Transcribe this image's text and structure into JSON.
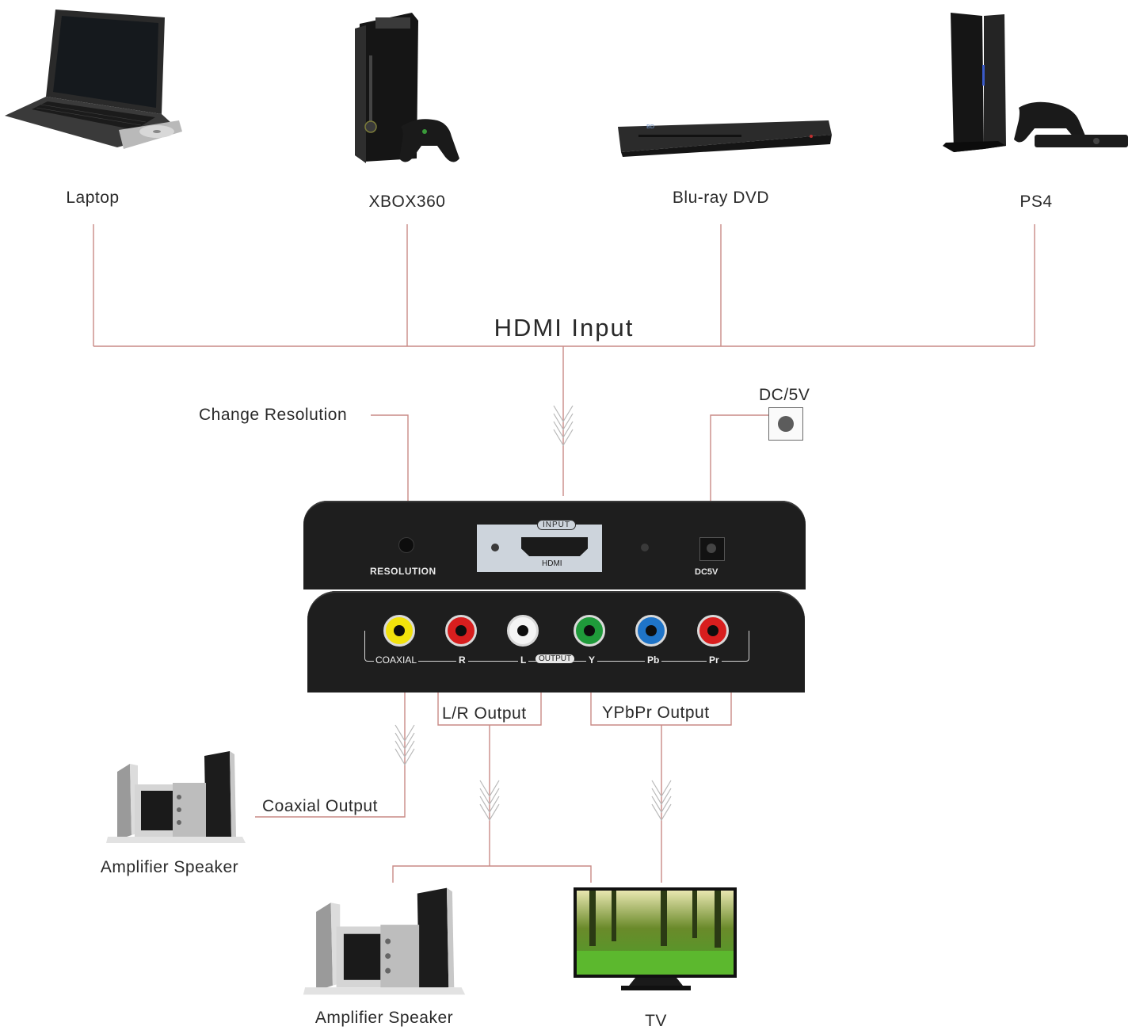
{
  "inputs": {
    "title": "HDMI Input",
    "devices": [
      {
        "label": "Laptop",
        "icon": "laptop-icon"
      },
      {
        "label": "XBOX360",
        "icon": "game-console-icon"
      },
      {
        "label": "Blu-ray DVD",
        "icon": "bluray-player-icon"
      },
      {
        "label": "PS4",
        "icon": "game-console-icon"
      }
    ]
  },
  "controls": {
    "change_resolution": "Change Resolution",
    "power": "DC/5V"
  },
  "device_panel": {
    "top": {
      "resolution_label": "RESOLUTION",
      "input_badge": "INPUT",
      "hdmi_label": "HDMI",
      "dc_label": "DC5V"
    },
    "bottom": {
      "output_badge": "OUTPUT",
      "ports": [
        {
          "label": "COAXIAL",
          "color": "#f2e20c"
        },
        {
          "label": "R",
          "color": "#d81e1e"
        },
        {
          "label": "L",
          "color": "#f4f4f4"
        },
        {
          "label": "Y",
          "color": "#1f9a3a"
        },
        {
          "label": "Pb",
          "color": "#1f74c8"
        },
        {
          "label": "Pr",
          "color": "#d81e1e"
        }
      ]
    }
  },
  "outputs": {
    "lr_output": "L/R Output",
    "ypbpr_output": "YPbPr Output",
    "coaxial_output": "Coaxial Output"
  },
  "destinations": {
    "amp_speaker_1": "Amplifier Speaker",
    "amp_speaker_2": "Amplifier Speaker",
    "tv": "TV"
  },
  "colors": {
    "connector_line": "#c98a86",
    "device_body": "#1e1e1e"
  }
}
